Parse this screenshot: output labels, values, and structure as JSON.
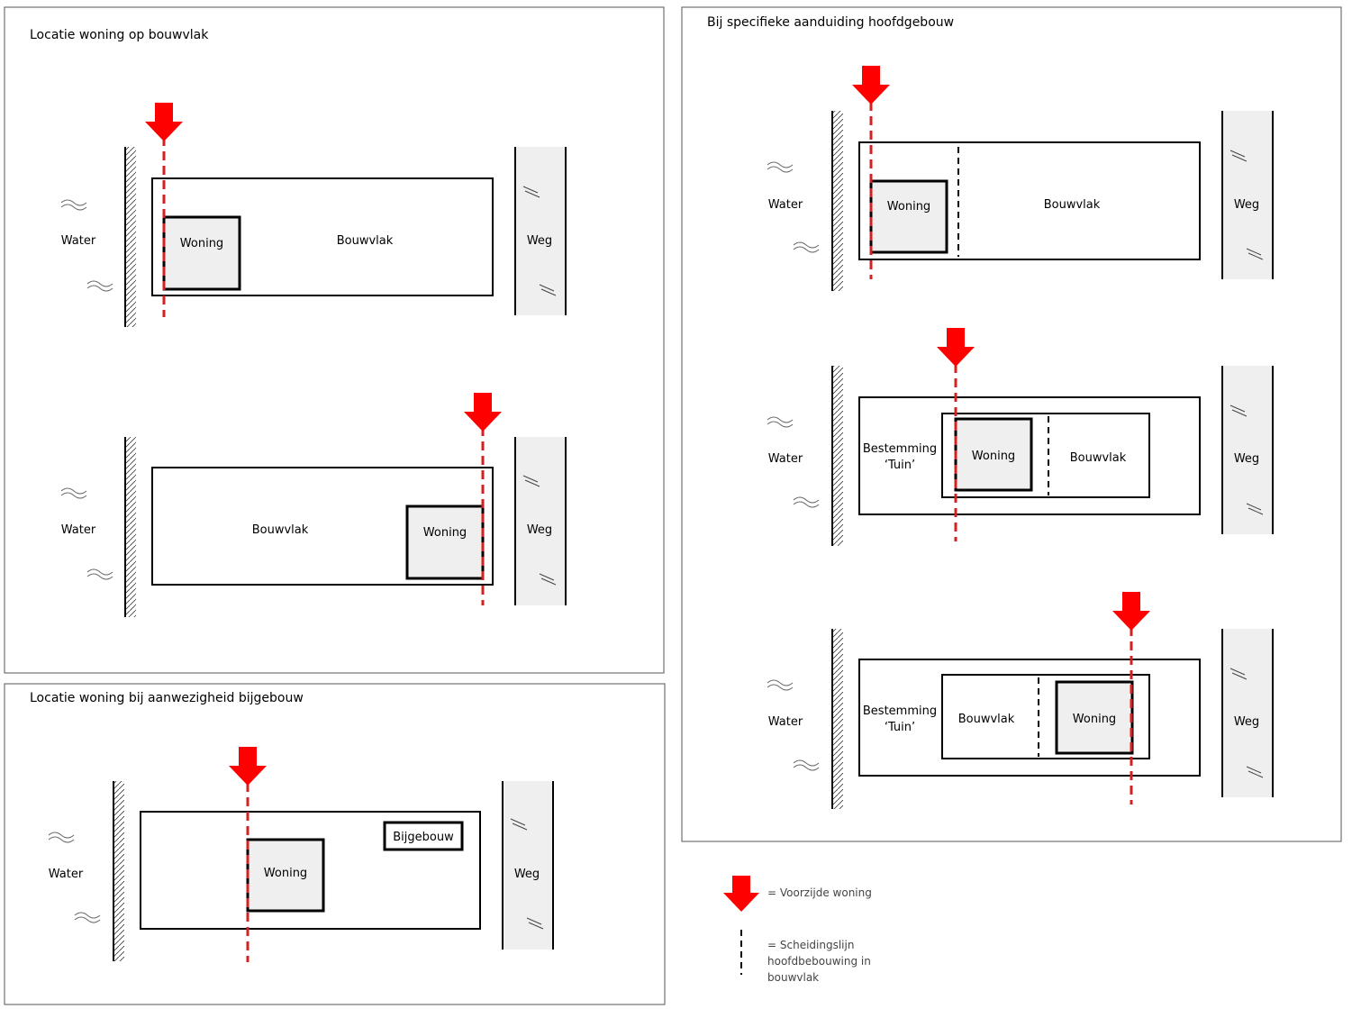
{
  "panels": {
    "p1": {
      "title": "Locatie woning op bouwvlak"
    },
    "p2": {
      "title": "Locatie woning bij aanwezigheid bijgebouw"
    },
    "p3": {
      "title": "Bij specifieke aanduiding hoofdgebouw"
    }
  },
  "labels": {
    "water": "Water",
    "weg": "Weg",
    "bouwvlak": "Bouwvlak",
    "woning": "Woning",
    "bijgebouw": "Bijgebouw",
    "bestemming_line1": "Bestemming",
    "bestemming_line2": "‘Tuin’"
  },
  "legend": {
    "arrow_text": "= Voorzijde woning",
    "line_text_1": "= Scheidingslijn",
    "line_text_2": "hoofdbebouwing in",
    "line_text_3": "bouwvlak"
  },
  "colors": {
    "arrow": "#ff0000",
    "frontline": "#d42020",
    "house_fill": "#efefef",
    "road_fill": "#efefef",
    "stroke": "#000000"
  }
}
